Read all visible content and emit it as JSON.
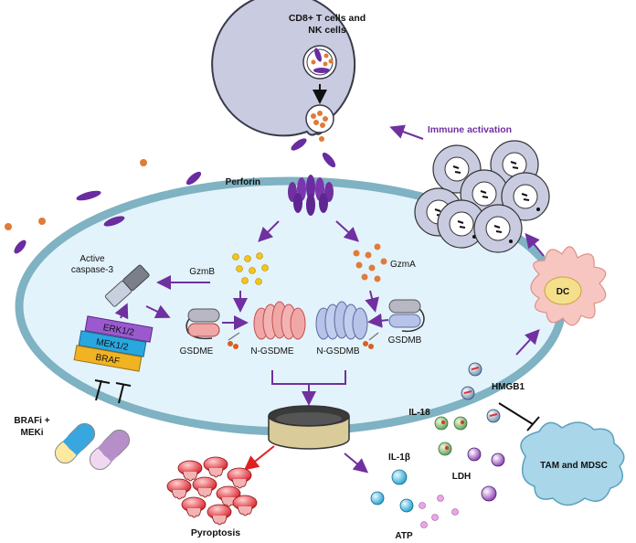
{
  "labels": {
    "cd8_line1": "CD8+ T cells and",
    "cd8_line2": "NK cells",
    "perforin": "Perforin",
    "immune_activation": "Immune activation",
    "active_caspase_line1": "Active",
    "active_caspase_line2": "caspase-3",
    "gzmb": "GzmB",
    "gzma": "GzmA",
    "gsdme": "GSDME",
    "n_gsdme": "N-GSDME",
    "n_gsdmb": "N-GSDMB",
    "gsdmb": "GSDMB",
    "erk": "ERK1/2",
    "mek": "MEK1/2",
    "braf": "BRAF",
    "brafi_line1": "BRAFi +",
    "brafi_line2": "MEKi",
    "dc": "DC",
    "hmgb1": "HMGB1",
    "il18": "IL-18",
    "il1b": "IL-1β",
    "ldh": "LDH",
    "atp": "ATP",
    "tam_mdsc": "TAM and MDSC",
    "pyroptosis": "Pyroptosis"
  },
  "colors": {
    "cell_fill": "#e3f3fb",
    "cell_border": "#7fb2c2",
    "purple": "#7030a0",
    "orange_granule": "#e07b39",
    "yellow_granule": "#f5c518",
    "dc_fill": "#f7c6c1",
    "tam_fill": "#a9d6e8",
    "erk": "#9b59d0",
    "mek": "#29a8e0",
    "braf": "#f0b323",
    "pore": "#d9cc9a",
    "arrow_red": "#e02020"
  },
  "icons": [
    "granule-orange",
    "granule-yellow",
    "perforin-pore",
    "gasdermin-pore",
    "pyroptotic-cell",
    "drug-capsule"
  ]
}
